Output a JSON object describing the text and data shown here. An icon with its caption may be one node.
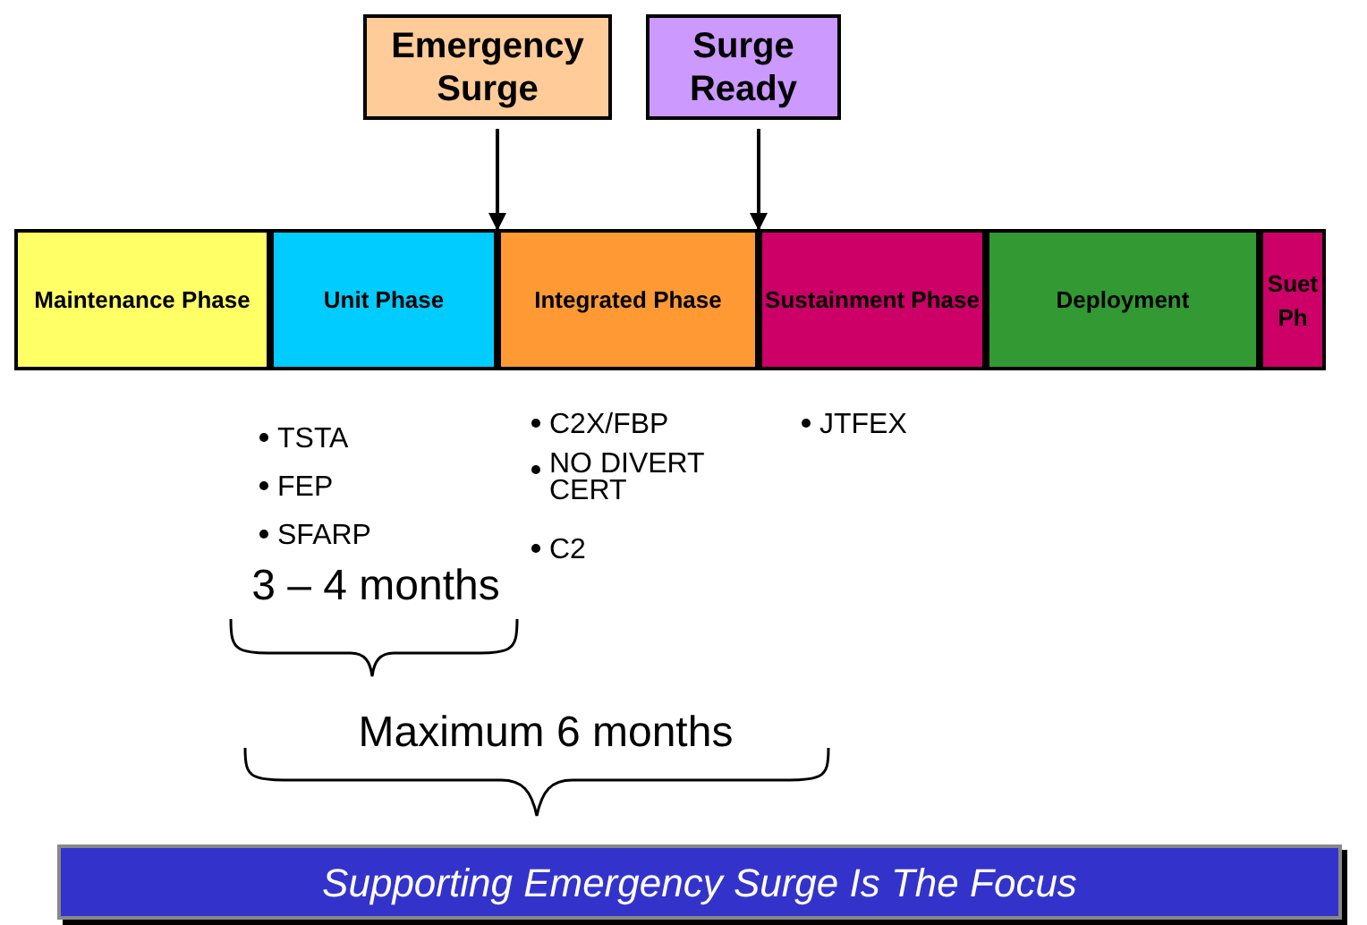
{
  "diagram": {
    "nodes": [
      {
        "text": [
          "Emergency Surge"
        ]
      },
      {
        "text": [
          "Surge Ready"
        ]
      },
      {
        "text": [
          "Maintenance Phase"
        ]
      },
      {
        "text": [
          "Unit Phase"
        ]
      },
      {
        "text": [
          "Integrated Phase"
        ]
      },
      {
        "text": [
          "Sustainment Phase"
        ]
      },
      {
        "text": [
          "Deployment"
        ]
      },
      {
        "text": [
          "Suet Ph"
        ]
      },
      {
        "text": [
          "Supporting Emergency Surge Is The Focus"
        ]
      }
    ],
    "edges": [
      {
        "from": 0,
        "to": 4,
        "arrow": "to"
      },
      {
        "from": 1,
        "to": 5,
        "arrow": "to"
      }
    ],
    "labels": [
      "TSTA",
      "FEP",
      "SFARP",
      "C2X/FBP",
      "NO DIVERT CERT",
      "C2",
      "JTFEX",
      "3 – 4 months",
      "Maximum 6 months"
    ]
  }
}
